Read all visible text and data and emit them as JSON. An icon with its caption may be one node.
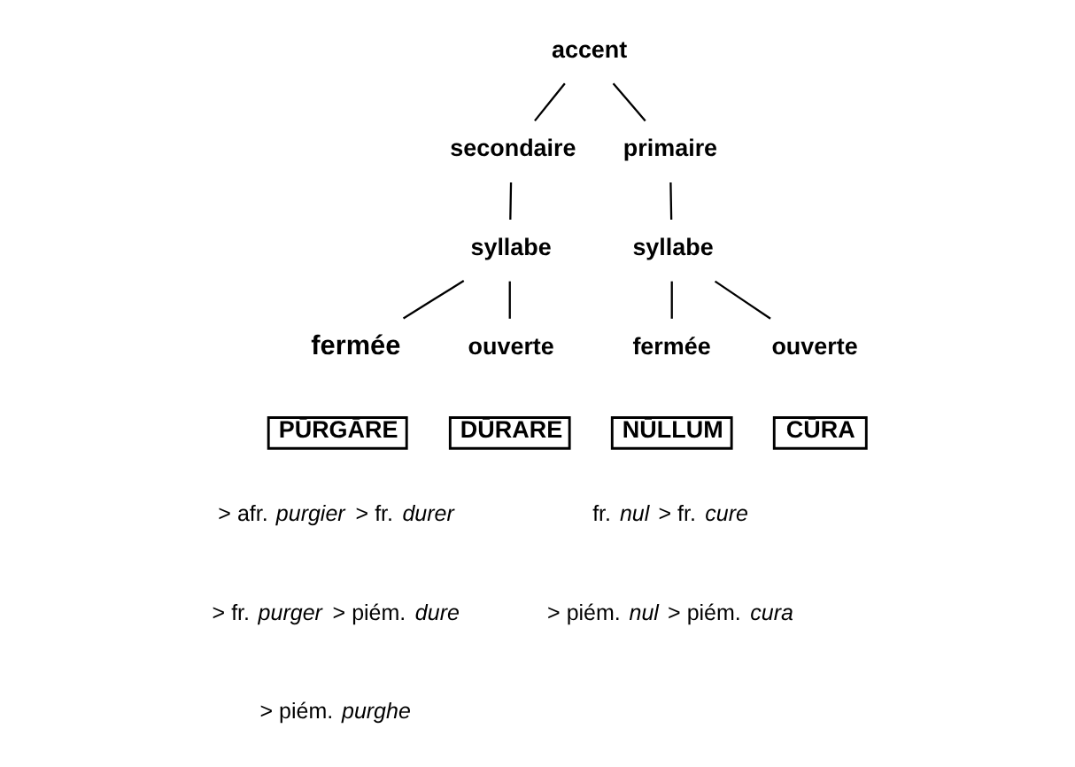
{
  "diagram": {
    "nodes": [
      {
        "text": [
          "accent"
        ]
      },
      {
        "text": [
          "secondaire"
        ]
      },
      {
        "text": [
          "syllabe"
        ]
      },
      {
        "text": [
          "fermée"
        ]
      },
      {
        "text": [
          "ouverte"
        ]
      },
      {
        "text": [
          "primaire"
        ]
      },
      {
        "text": [
          "syllabe"
        ]
      },
      {
        "text": [
          "fermée"
        ]
      },
      {
        "text": [
          "ouverte"
        ]
      },
      {
        "text": [
          "PŪRGĀRE"
        ]
      },
      {
        "text": [
          "DŪRARE"
        ]
      },
      {
        "text": [
          "NŪLLUM"
        ]
      },
      {
        "text": [
          "CŪRA"
        ]
      }
    ],
    "edges": [
      {
        "from": 0,
        "to": 1,
        "arrow": "none"
      },
      {
        "from": 0,
        "to": 5,
        "arrow": "none"
      },
      {
        "from": 1,
        "to": 2,
        "arrow": "none"
      },
      {
        "from": 2,
        "to": 3,
        "arrow": "none"
      },
      {
        "from": 2,
        "to": 4,
        "arrow": "none"
      },
      {
        "from": 5,
        "to": 6,
        "arrow": "none"
      },
      {
        "from": 6,
        "to": 7,
        "arrow": "none"
      },
      {
        "from": 6,
        "to": 8,
        "arrow": "none"
      }
    ],
    "labels": [
      "> afr. *purgier* > fr. *durer*",
      "> fr. *purger* > piém. *dure*",
      "> piém. *purghe*",
      "fr. *nul* > fr. *cure*",
      "> piém. *nul* > piém. *cura*"
    ]
  }
}
